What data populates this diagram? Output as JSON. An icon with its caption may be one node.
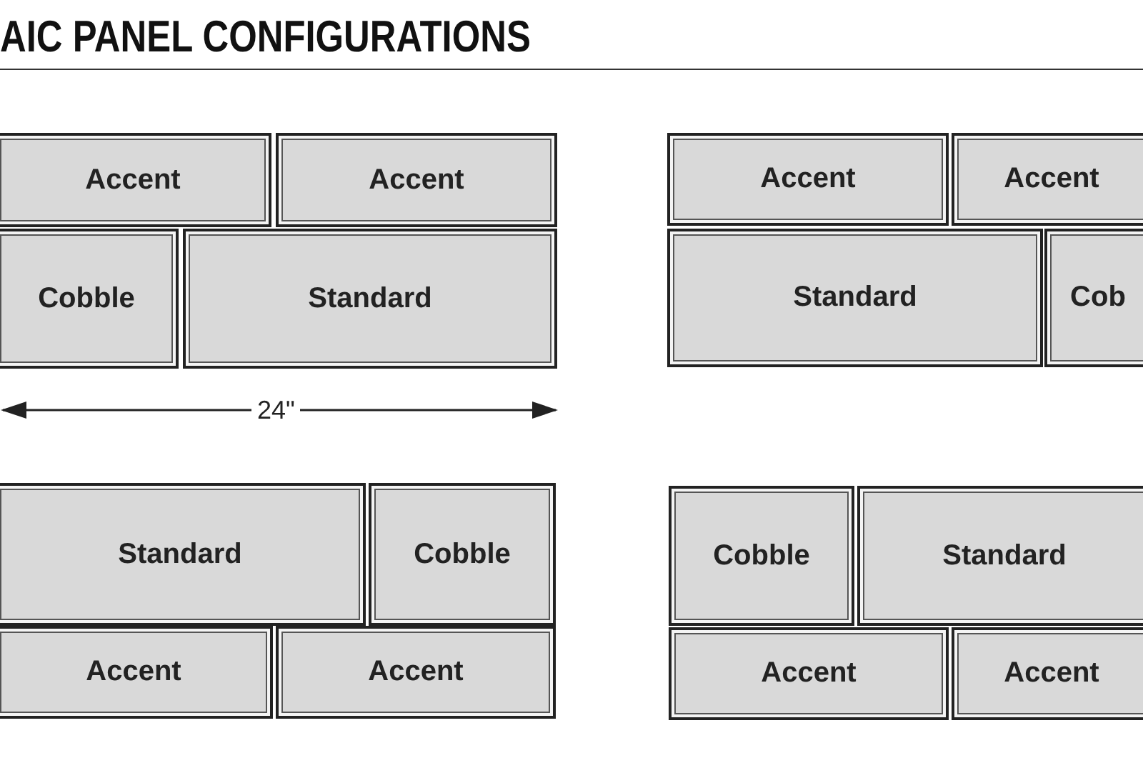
{
  "diagram": {
    "title": "AIC PANEL CONFIGURATIONS",
    "nodes": [
      {
        "text": [
          "Accent"
        ]
      },
      {
        "text": [
          "Accent"
        ]
      },
      {
        "text": [
          "Cobble"
        ]
      },
      {
        "text": [
          "Standard"
        ]
      },
      {
        "text": [
          "Accent"
        ]
      },
      {
        "text": [
          "Accent"
        ]
      },
      {
        "text": [
          "Standard"
        ]
      },
      {
        "text": [
          "Cob"
        ]
      },
      {
        "text": [
          "Standard"
        ]
      },
      {
        "text": [
          "Cobble"
        ]
      },
      {
        "text": [
          "Accent"
        ]
      },
      {
        "text": [
          "Accent"
        ]
      },
      {
        "text": [
          "Cobble"
        ]
      },
      {
        "text": [
          "Standard"
        ]
      },
      {
        "text": [
          "Accent"
        ]
      },
      {
        "text": [
          "Accent"
        ]
      }
    ],
    "labels": [
      "24\""
    ]
  }
}
